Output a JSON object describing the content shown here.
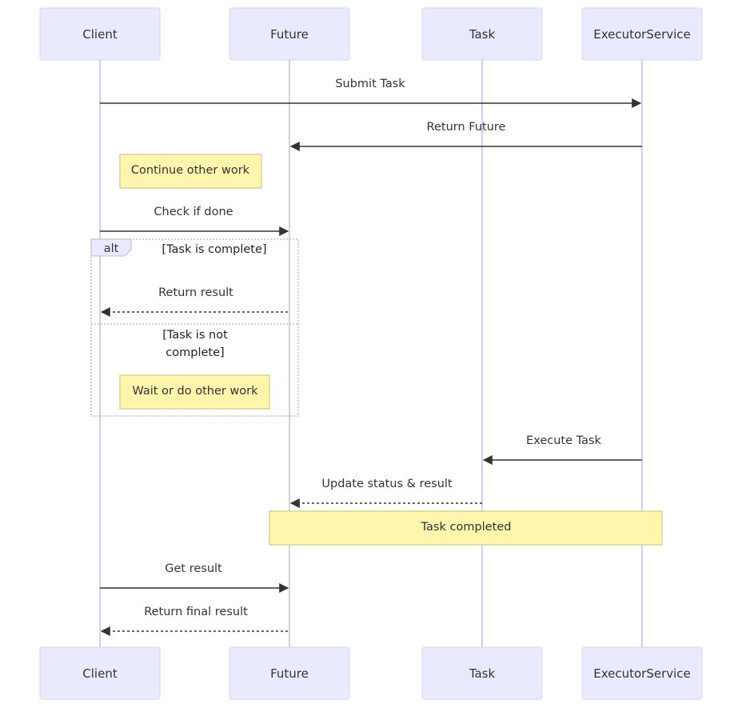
{
  "participants": [
    {
      "id": "client",
      "label": "Client"
    },
    {
      "id": "future",
      "label": "Future"
    },
    {
      "id": "task",
      "label": "Task"
    },
    {
      "id": "executor",
      "label": "ExecutorService"
    }
  ],
  "messages": [
    {
      "id": "submit-task",
      "label": "Submit Task",
      "from": "client",
      "to": "executor",
      "style": "solid"
    },
    {
      "id": "return-future",
      "label": "Return Future",
      "from": "executor",
      "to": "future",
      "style": "solid"
    },
    {
      "id": "check-if-done",
      "label": "Check if done",
      "from": "client",
      "to": "future",
      "style": "solid"
    },
    {
      "id": "return-result",
      "label": "Return result",
      "from": "future",
      "to": "client",
      "style": "dashed"
    },
    {
      "id": "execute-task",
      "label": "Execute Task",
      "from": "executor",
      "to": "task",
      "style": "solid"
    },
    {
      "id": "update-status",
      "label": "Update status & result",
      "from": "task",
      "to": "future",
      "style": "dashed"
    },
    {
      "id": "get-result",
      "label": "Get result",
      "from": "client",
      "to": "future",
      "style": "solid"
    },
    {
      "id": "return-final-result",
      "label": "Return final result",
      "from": "future",
      "to": "client",
      "style": "dashed"
    }
  ],
  "notes": [
    {
      "id": "continue-other-work",
      "label": "Continue other work"
    },
    {
      "id": "wait-or-do-other-work",
      "label": "Wait or do other work"
    },
    {
      "id": "task-completed",
      "label": "Task completed"
    }
  ],
  "alt_frame": {
    "label": "alt",
    "conditions": [
      {
        "lines": [
          "[Task is complete]"
        ]
      },
      {
        "lines": [
          "[Task is not",
          "complete]"
        ]
      }
    ]
  },
  "colors": {
    "actor_fill": "#eaeaff",
    "actor_border": "#d6d6f5",
    "lifeline": "#cfcfee",
    "note_fill": "#fff5ad",
    "note_border": "#c9c26b",
    "arrow": "#333333"
  }
}
